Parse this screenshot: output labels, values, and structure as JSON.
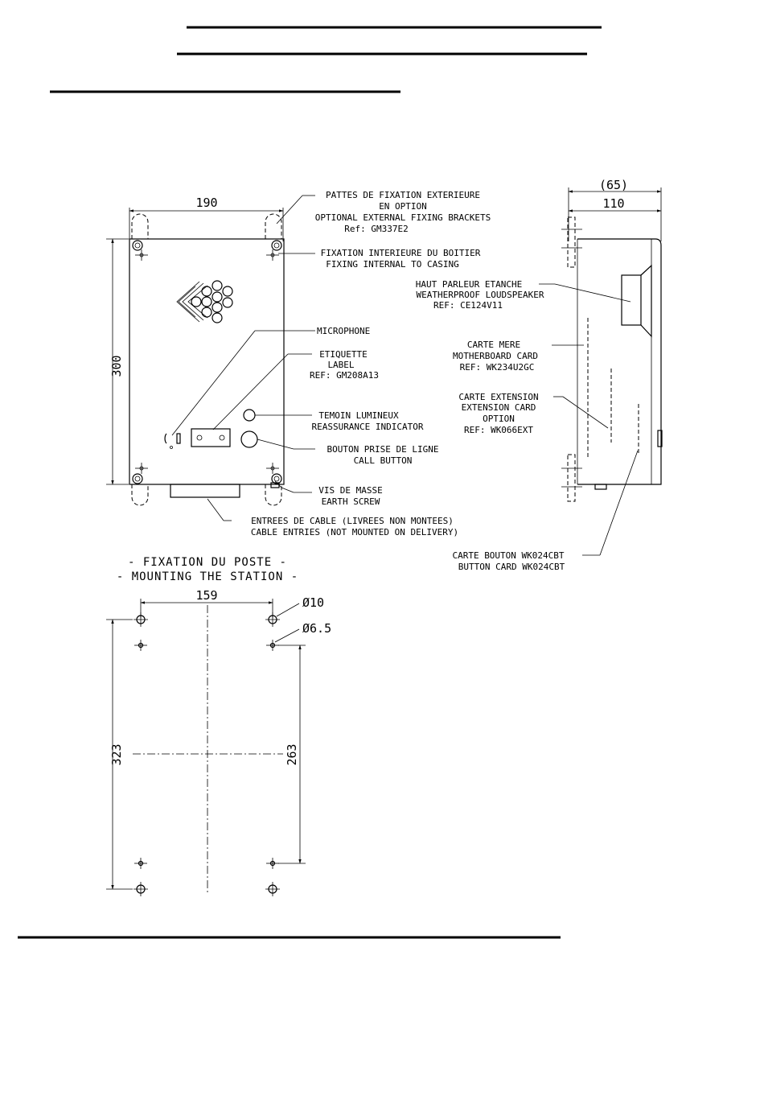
{
  "front_view": {
    "width_dim": "190",
    "height_dim": "300",
    "callouts": {
      "brackets": [
        "PATTES DE FIXATION EXTERIEURE",
        "EN OPTION",
        "OPTIONAL EXTERNAL FIXING BRACKETS",
        "Ref:  GM337E2"
      ],
      "internal_fixing": [
        "FIXATION INTERIEURE DU BOITIER",
        "FIXING INTERNAL TO CASING"
      ],
      "microphone": [
        "MICROPHONE"
      ],
      "label": [
        "ETIQUETTE",
        "LABEL",
        "REF: GM208A13"
      ],
      "indicator": [
        "TEMOIN LUMINEUX",
        "REASSURANCE INDICATOR"
      ],
      "call_button": [
        "BOUTON PRISE DE LIGNE",
        "CALL BUTTON"
      ],
      "earth_screw": [
        "VIS DE MASSE",
        "EARTH SCREW"
      ],
      "cable_entries": [
        "ENTREES DE CABLE (LIVREES NON MONTEES)",
        "CABLE ENTRIES (NOT MOUNTED ON DELIVERY)"
      ]
    }
  },
  "side_view": {
    "depth_dim_ref": "(65)",
    "depth_dim": "110",
    "callouts": {
      "loudspeaker": [
        "HAUT PARLEUR ETANCHE",
        "WEATHERPROOF LOUDSPEAKER",
        "REF: CE124V11"
      ],
      "motherboard": [
        "CARTE MERE",
        "MOTHERBOARD CARD",
        "REF: WK234U2GC"
      ],
      "extension": [
        "CARTE EXTENSION",
        "EXTENSION CARD",
        "OPTION",
        "REF: WK066EXT"
      ],
      "button_card": [
        "CARTE BOUTON WK024CBT",
        "BUTTON CARD WK024CBT"
      ]
    }
  },
  "mounting": {
    "title": [
      "- FIXATION  DU POSTE -",
      "- MOUNTING THE STATION -"
    ],
    "hole_spacing": "159",
    "large_hole": "Ø10",
    "small_hole": "Ø6.5",
    "outer_height": "323",
    "inner_height": "263"
  }
}
